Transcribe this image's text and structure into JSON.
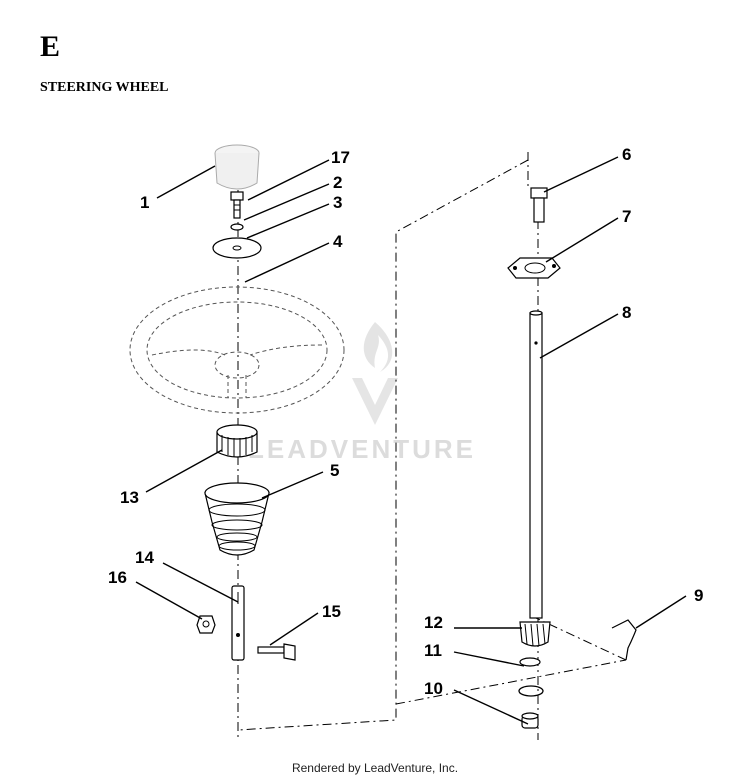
{
  "section_letter": "E",
  "section_title": "STEERING WHEEL",
  "watermark": "LEADVENTURE",
  "footer": "Rendered by LeadVenture, Inc.",
  "callouts": {
    "p1": "1",
    "p2": "2",
    "p3": "3",
    "p4": "4",
    "p5": "5",
    "p6": "6",
    "p7": "7",
    "p8": "8",
    "p9": "9",
    "p10": "10",
    "p11": "11",
    "p12": "12",
    "p13": "13",
    "p14": "14",
    "p15": "15",
    "p16": "16",
    "p17": "17"
  }
}
